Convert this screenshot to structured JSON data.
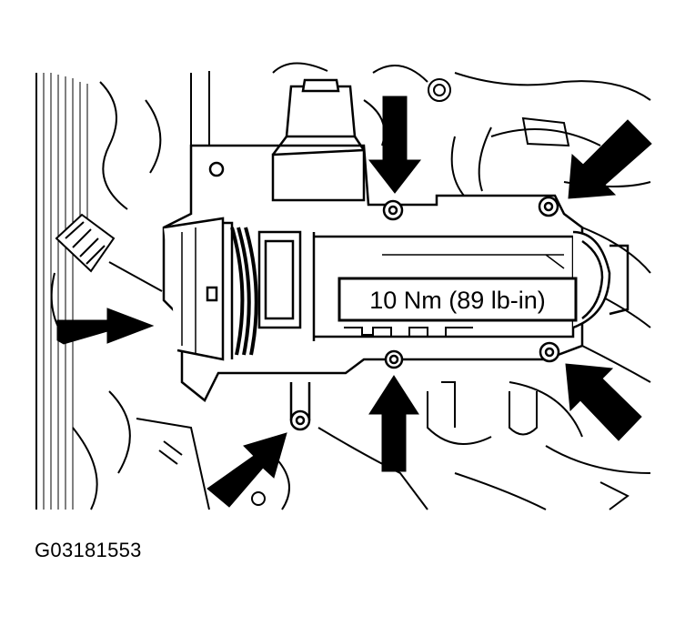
{
  "figure": {
    "torque_spec": "10 Nm (89 lb-in)",
    "figure_code": "G03181553",
    "colors": {
      "line": "#000000",
      "background": "#ffffff"
    },
    "callouts": [
      {
        "name": "arrow-top-center-bolt",
        "icon": "arrow-down-icon"
      },
      {
        "name": "arrow-top-right-bolt",
        "icon": "arrow-down-left-icon"
      },
      {
        "name": "arrow-left-inlet",
        "icon": "arrow-right-icon"
      },
      {
        "name": "arrow-bottom-center-bolt",
        "icon": "arrow-up-icon"
      },
      {
        "name": "arrow-bottom-right-bolt",
        "icon": "arrow-up-left-icon"
      },
      {
        "name": "arrow-bottom-left-bolt",
        "icon": "arrow-up-right-icon"
      }
    ]
  }
}
